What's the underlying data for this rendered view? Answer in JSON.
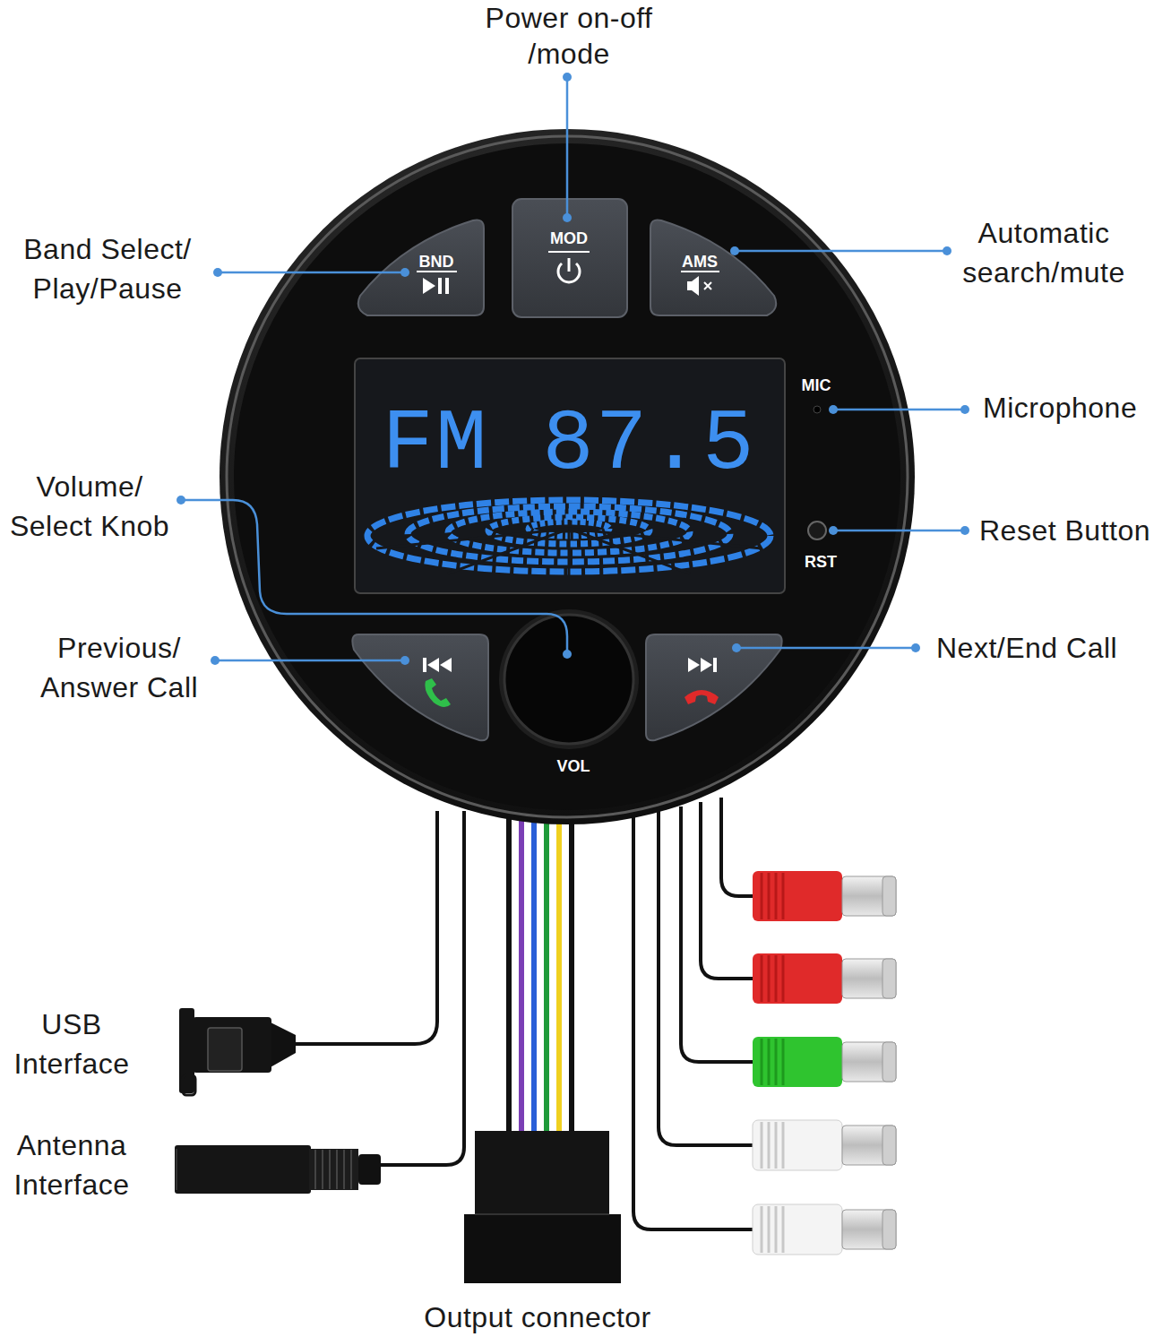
{
  "diagram": {
    "nodes": [
      {
        "text": [
          "BND"
        ]
      },
      {
        "text": [
          "MOD"
        ]
      },
      {
        "text": [
          "AMS"
        ]
      },
      {
        "text": [
          "FM 87.5"
        ]
      }
    ],
    "labels": [
      "Power on-off /mode",
      "Band Select/ Play/Pause",
      "Automatic search/mute",
      "Microphone",
      "Volume/ Select Knob",
      "Reset Button",
      "Previous/ Answer Call",
      "Next/End Call",
      "USB Interface",
      "Antenna Interface",
      "Output connector",
      "MIC",
      "RST",
      "VOL"
    ]
  }
}
